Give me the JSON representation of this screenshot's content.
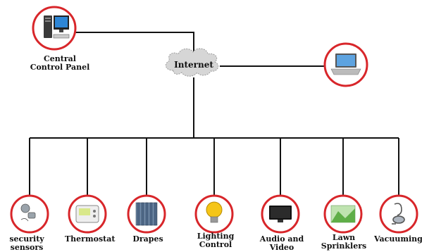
{
  "hub": {
    "label": "Internet"
  },
  "control_panel": {
    "label": "Central\nControl Panel",
    "icon": "desktop-computer-icon"
  },
  "laptop": {
    "label": "",
    "icon": "laptop-icon"
  },
  "devices": [
    {
      "label": "security\nsensors",
      "icon": "security-sensor-icon"
    },
    {
      "label": "Thermostat",
      "icon": "thermostat-icon"
    },
    {
      "label": "Drapes",
      "icon": "drapes-icon"
    },
    {
      "label": "Lighting\nControl",
      "icon": "light-bulb-icon"
    },
    {
      "label": "Audio and\nVideo",
      "icon": "television-icon"
    },
    {
      "label": "Lawn\nSprinklers",
      "icon": "lawn-icon"
    },
    {
      "label": "Vacuuming",
      "icon": "vacuum-icon"
    }
  ],
  "colors": {
    "ring": "#d8262a",
    "line": "#111111",
    "cloud": "#d6d6d6"
  }
}
